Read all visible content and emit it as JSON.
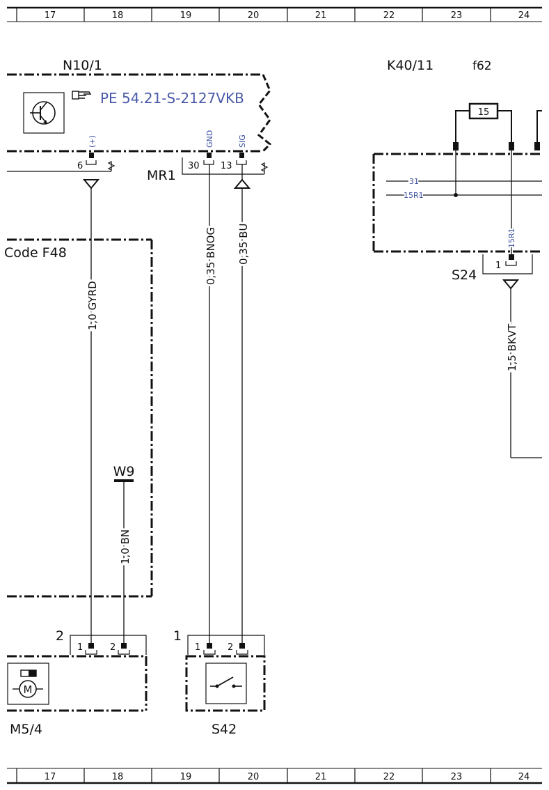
{
  "colors": {
    "ink": "#111111",
    "link": "#4a5aa8",
    "pin_blue": "#3b4fa0"
  },
  "ruler_top": [
    "17",
    "18",
    "19",
    "20",
    "21",
    "22",
    "23",
    "24"
  ],
  "ruler_bottom": [
    "17",
    "18",
    "19",
    "20",
    "21",
    "22",
    "23",
    "24"
  ],
  "components": {
    "n10": {
      "label": "N10/1",
      "reference_icon": "pointing-hand-icon",
      "reference_link": "PE 54.21-S-2127VKB"
    },
    "k40": {
      "label": "K40/11"
    },
    "fuse": {
      "label": "f62",
      "value": "15"
    },
    "mr1": {
      "label": "MR1"
    },
    "s24": {
      "label": "S24"
    },
    "m54": {
      "label": "M5/4",
      "connector": "2"
    },
    "s42": {
      "label": "S42",
      "connector": "1"
    },
    "w9": {
      "label": "W9"
    },
    "code_box": {
      "label": "Code F48"
    }
  },
  "pins": {
    "n10_6": {
      "num": "6",
      "signal": "(+)"
    },
    "n10_30": {
      "num": "30",
      "signal": "GND"
    },
    "n10_13": {
      "num": "13",
      "signal": "SIG"
    },
    "k40_1": {
      "num": "1",
      "signal": "15R1"
    },
    "m54_1": {
      "num": "1"
    },
    "m54_2": {
      "num": "2"
    },
    "s42_1": {
      "num": "1"
    },
    "s42_2": {
      "num": "2"
    }
  },
  "k40_internal": [
    "31",
    "15R1"
  ],
  "wires": {
    "gyrd": "1,0 GYRD",
    "bnog": "0,35 BNOG",
    "bu": "0,35 BU",
    "bn": "1,0 BN",
    "bkvt": "1,5 BKVT"
  }
}
